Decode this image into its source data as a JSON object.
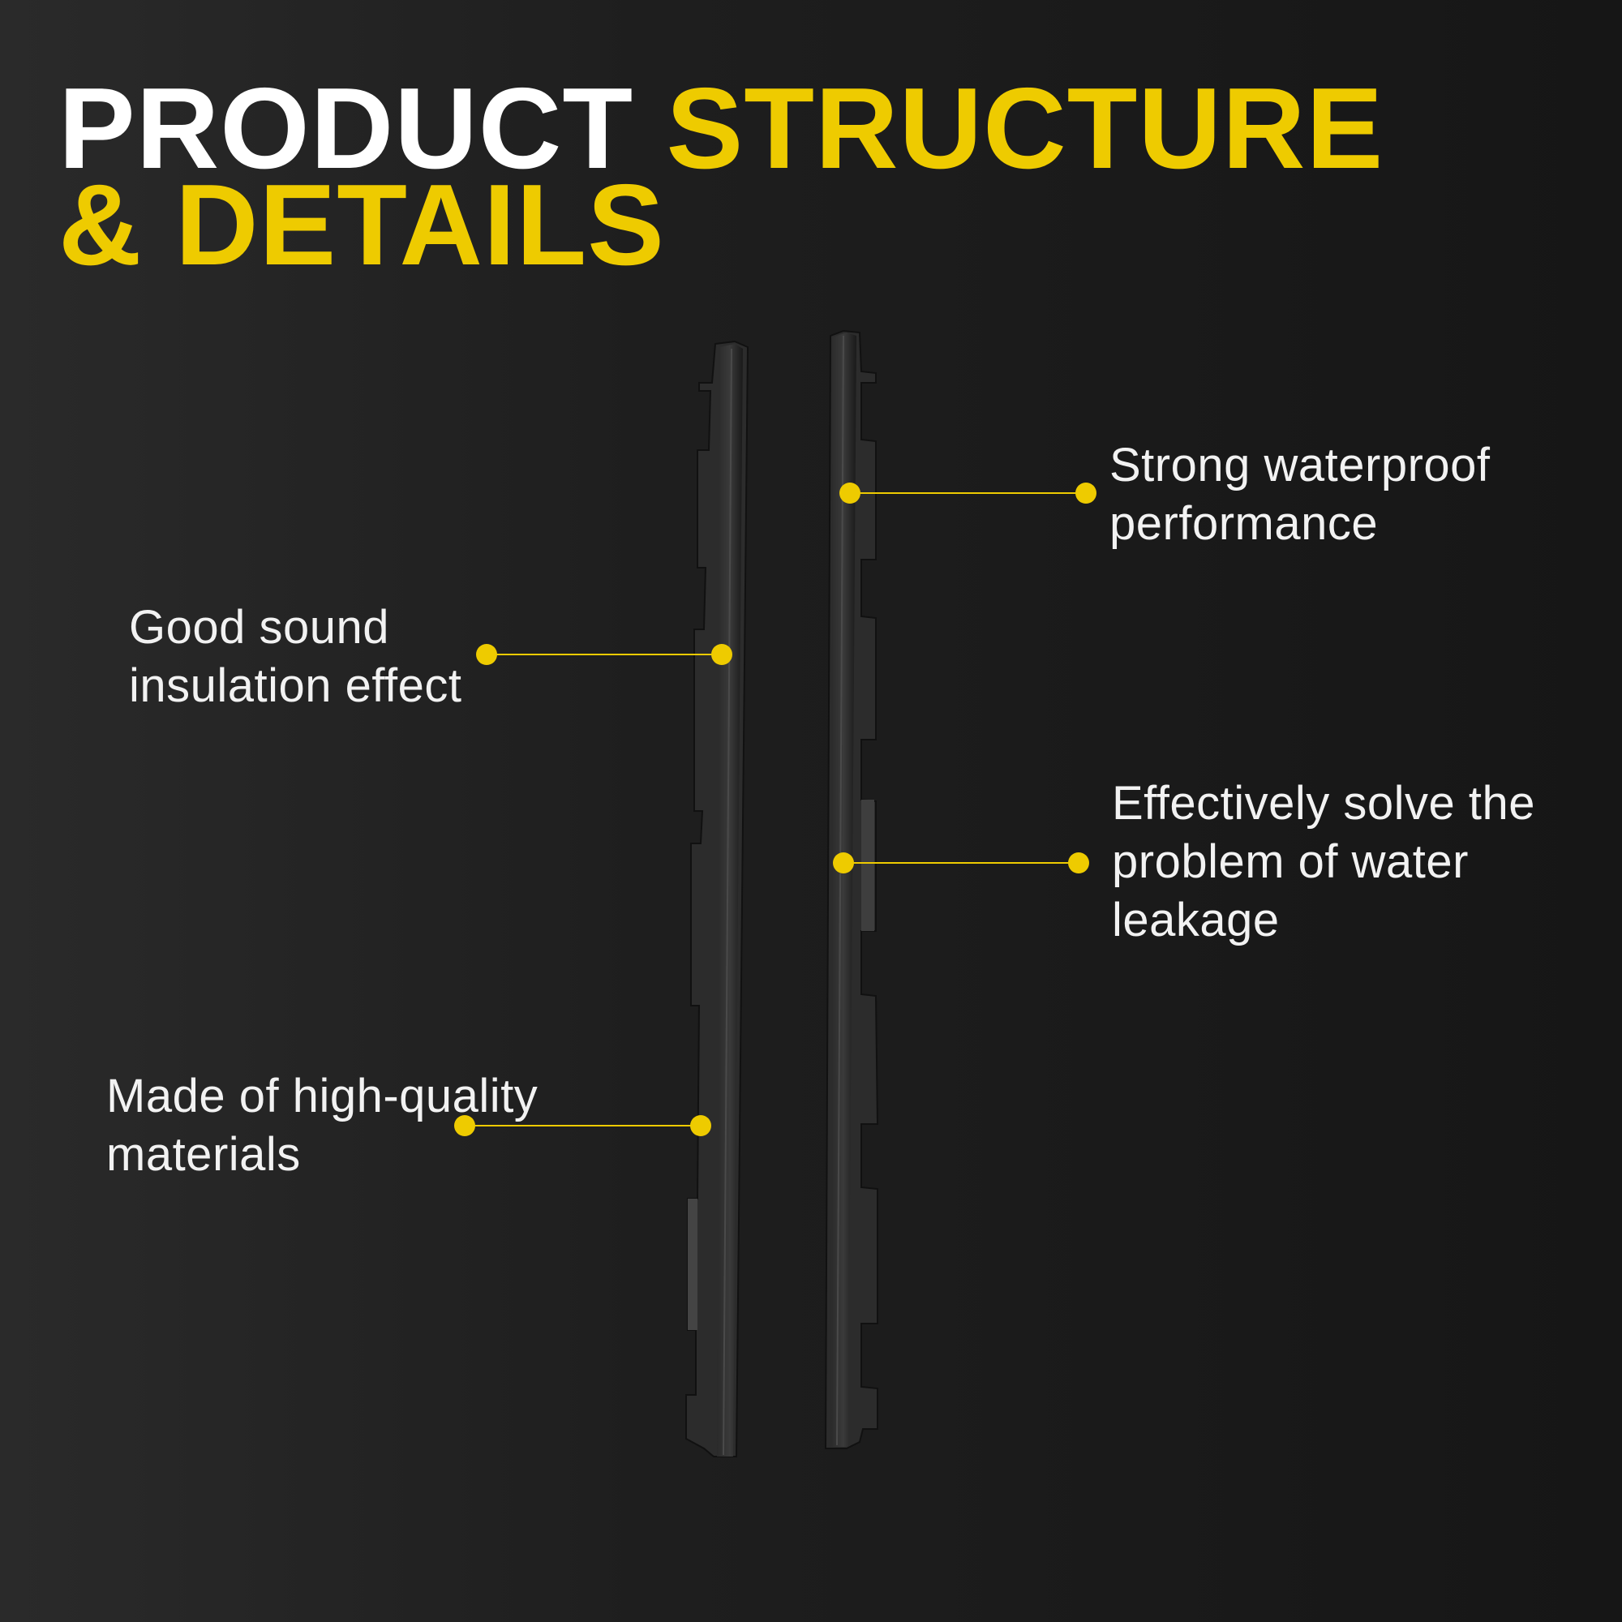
{
  "title": {
    "line1_white": "PRODUCT",
    "line1_yellow": "STRUCTURE",
    "line2_yellow": "& DETAILS"
  },
  "colors": {
    "accent": "#eecb00",
    "background": "#1c1c1c",
    "text": "#f2f2f2"
  },
  "callouts": [
    {
      "line1": "Strong waterproof",
      "line2": "performance"
    },
    {
      "line1": "Good sound",
      "line2": "insulation effect"
    },
    {
      "line1": "Effectively solve the",
      "line2": "problem of water",
      "line3": "leakage"
    },
    {
      "line1": "Made of high-quality",
      "line2": "materials"
    }
  ]
}
